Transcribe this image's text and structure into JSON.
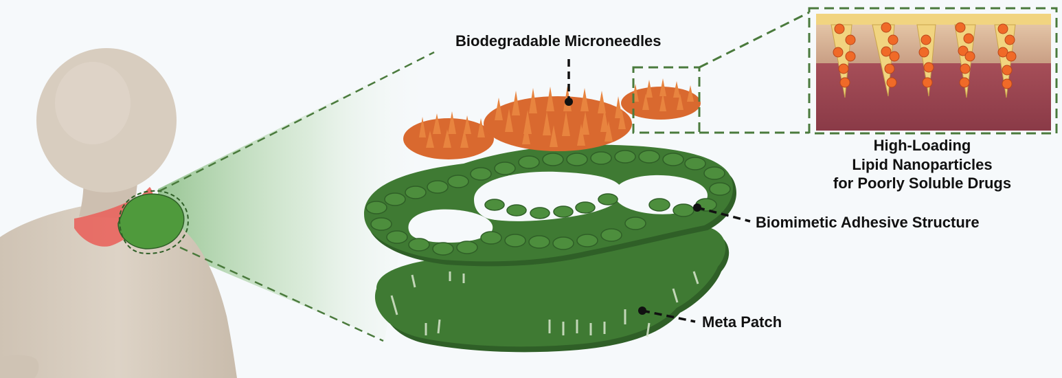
{
  "labels": {
    "microneedles": "Biodegradable Microneedles",
    "adhesive": "Biomimetic Adhesive Structure",
    "meta_patch": "Meta Patch",
    "lnp_line1": "High-Loading",
    "lnp_line2": "Lipid Nanoparticles",
    "lnp_line3": "for Poorly Soluble Drugs"
  },
  "colors": {
    "background": "#f6f9fb",
    "body": "#d8cdbf",
    "highlight_red": "#e8665f",
    "patch_green": "#3f7a33",
    "patch_green_dark": "#2f5f27",
    "microneedle_orange": "#e0773a",
    "nanoparticle_orange": "#f06a28",
    "needle_yellow": "#f1d480",
    "skin_top": "#d9b69a",
    "skin_dermis": "#9a4652",
    "dash_green": "#4a7a3c"
  }
}
